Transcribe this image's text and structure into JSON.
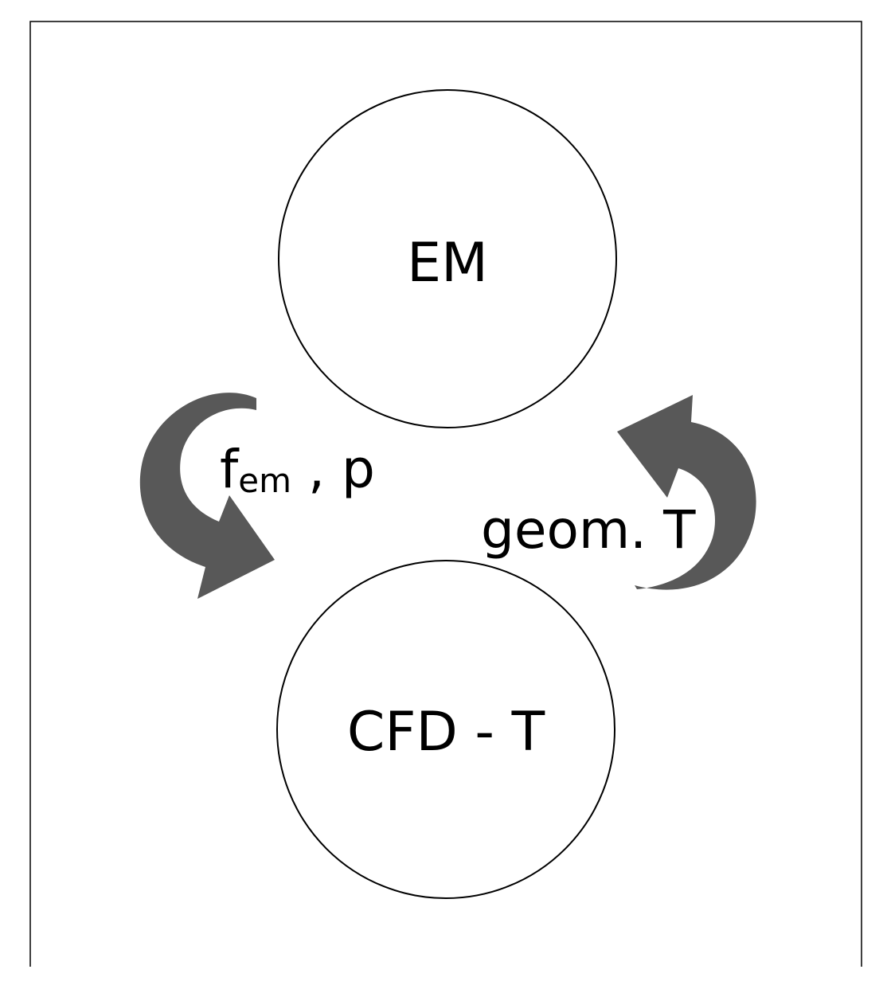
{
  "nodes": {
    "em": {
      "label": "EM"
    },
    "cfd": {
      "label": "CFD - T"
    }
  },
  "edges": {
    "left": {
      "main": "f",
      "subscript": "em",
      "rest": " , p"
    },
    "right": {
      "label": "geom. T"
    }
  },
  "colors": {
    "arrow": "#585858",
    "stroke": "#000000",
    "background": "#ffffff"
  }
}
